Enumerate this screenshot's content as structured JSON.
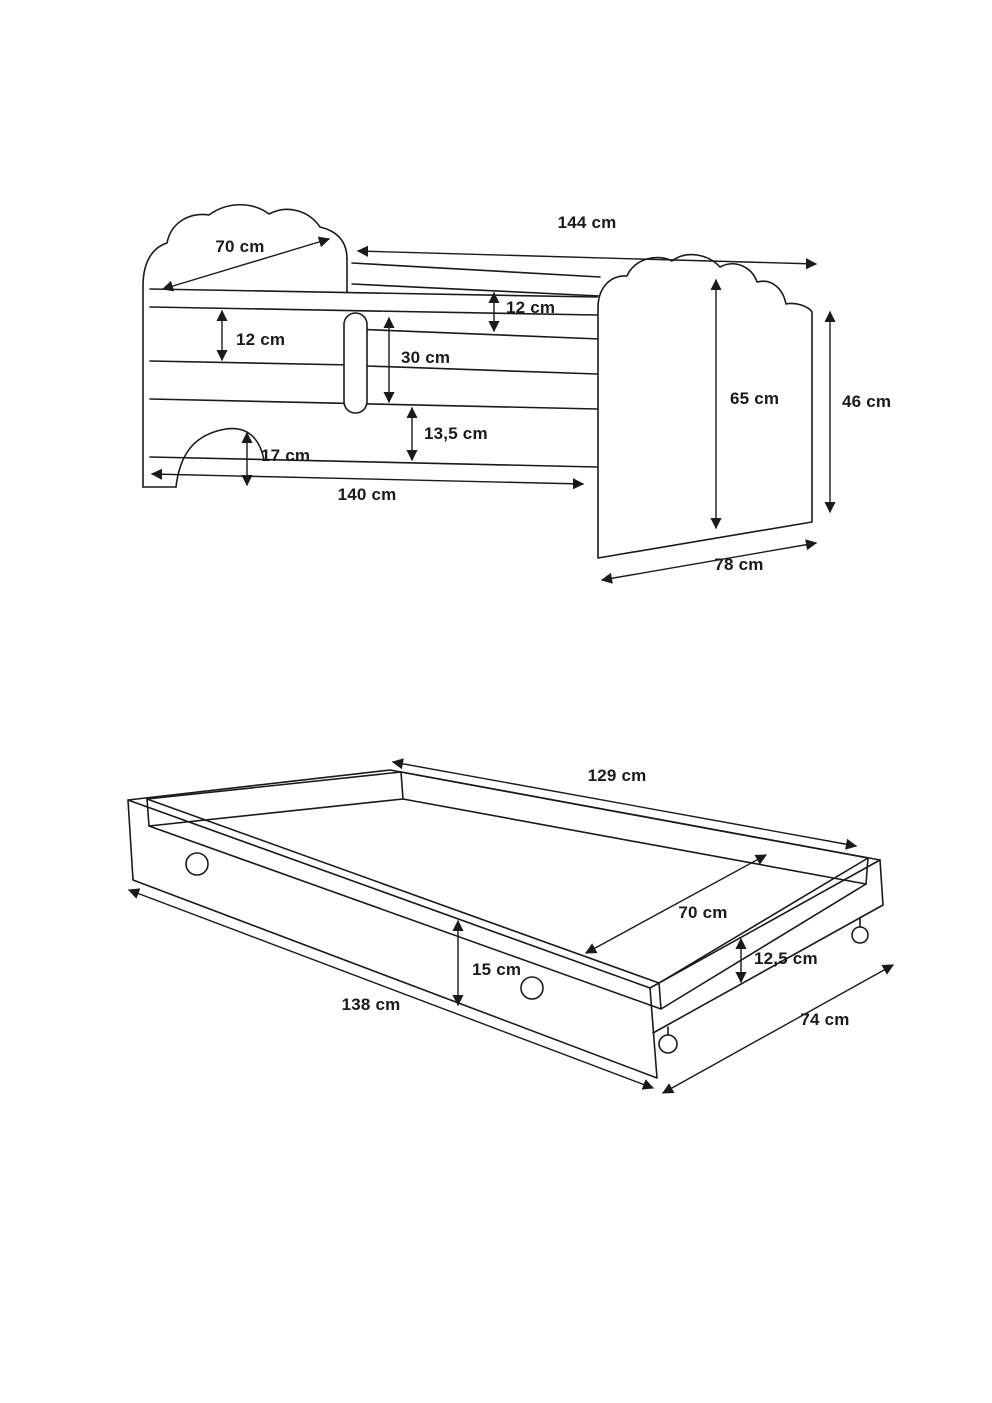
{
  "style": {
    "line_color": "#1a1a1a",
    "background": "#ffffff"
  },
  "figures": {
    "bed": {
      "labels": {
        "length_overall": "144 cm",
        "headboard_depth": "70 cm",
        "back_rail_height": "12 cm",
        "front_rail_height": "12 cm",
        "barrier_height": "30 cm",
        "footboard_height": "65 cm",
        "side_height": "46 cm",
        "drawer_front_height": "13,5 cm",
        "floor_clearance": "17 cm",
        "length_inner": "140 cm",
        "footboard_depth": "78 cm"
      }
    },
    "drawer": {
      "labels": {
        "inner_length": "129 cm",
        "inner_depth": "70 cm",
        "front_height": "15 cm",
        "side_height": "12,5 cm",
        "outer_length": "138 cm",
        "outer_depth": "74 cm"
      }
    }
  }
}
